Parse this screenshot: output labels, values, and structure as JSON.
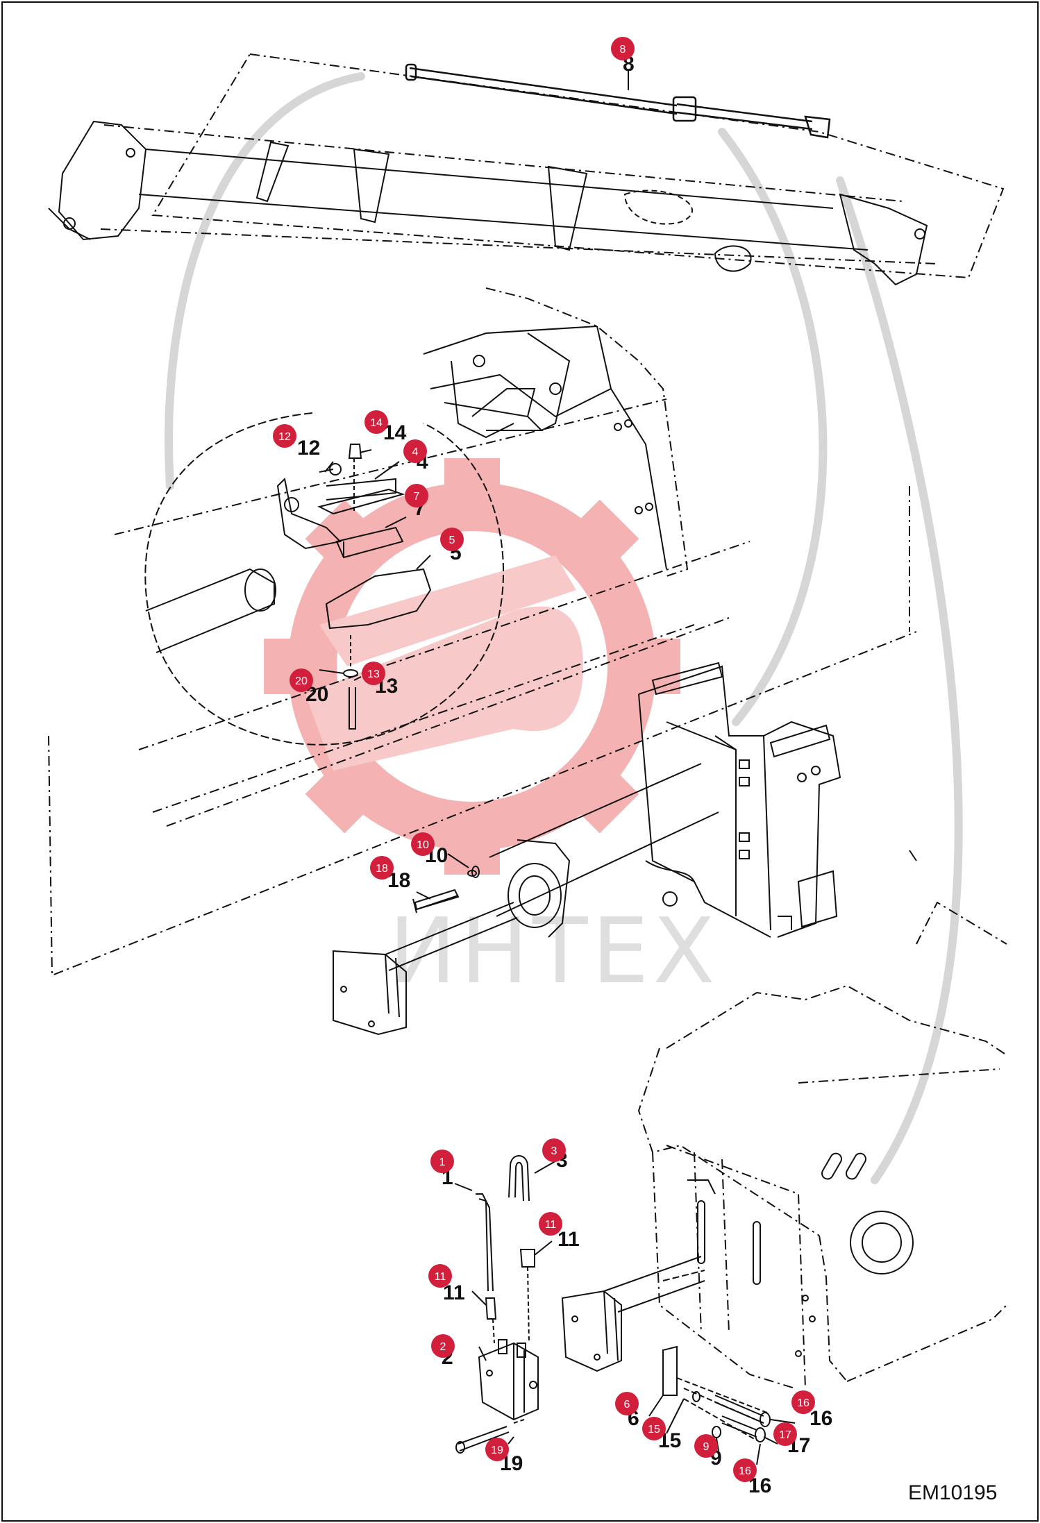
{
  "drawing": {
    "reference_code": "EM10195",
    "watermark_text": "ИНТЕХ"
  },
  "colors": {
    "callout_red": "#d21f3c",
    "line": "#111111",
    "watermark_red": "#f3a4a4",
    "leader_gray": "#d6d6d6"
  },
  "callouts": [
    {
      "number": "8",
      "label": "8"
    },
    {
      "number": "12",
      "label": "12"
    },
    {
      "number": "14",
      "label": "14"
    },
    {
      "number": "4",
      "label": "4"
    },
    {
      "number": "7",
      "label": "7"
    },
    {
      "number": "5",
      "label": "5"
    },
    {
      "number": "20",
      "label": "20"
    },
    {
      "number": "13",
      "label": "13"
    },
    {
      "number": "10",
      "label": "10"
    },
    {
      "number": "18",
      "label": "18"
    },
    {
      "number": "1",
      "label": "1"
    },
    {
      "number": "3",
      "label": "3"
    },
    {
      "number": "11",
      "label": "11"
    },
    {
      "number": "11",
      "label": "11"
    },
    {
      "number": "2",
      "label": "2"
    },
    {
      "number": "6",
      "label": "6"
    },
    {
      "number": "15",
      "label": "15"
    },
    {
      "number": "9",
      "label": "9"
    },
    {
      "number": "16",
      "label": "16"
    },
    {
      "number": "17",
      "label": "17"
    },
    {
      "number": "16",
      "label": "16"
    },
    {
      "number": "19",
      "label": "19"
    }
  ]
}
